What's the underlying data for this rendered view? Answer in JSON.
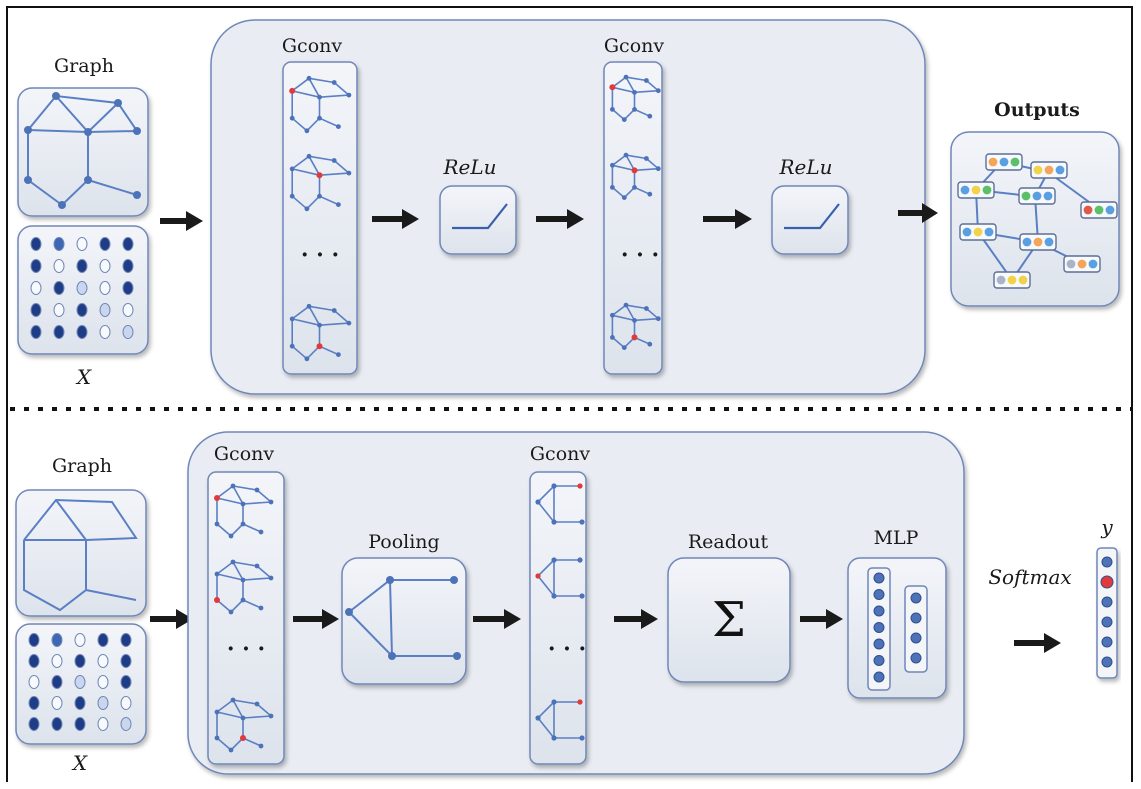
{
  "colors": {
    "panel_fill": "#e9edf3",
    "panel_stroke": "#6f87b8",
    "edge": "#5b7fc4",
    "node": "#4d72b8",
    "highlight": "#e03a3a",
    "arrow": "#1a1a1a"
  },
  "top": {
    "input_label": "Graph",
    "feature_label": "X",
    "gconv_1": "Gconv",
    "gconv_2": "Gconv",
    "relu_1": "ReLu",
    "relu_2": "ReLu",
    "ellipsis_1": "· · ·",
    "ellipsis_2": "· · ·",
    "outputs_label": "Outputs"
  },
  "bottom": {
    "input_label": "Graph",
    "feature_label": "X",
    "gconv_1": "Gconv",
    "gconv_2": "Gconv",
    "pooling_label": "Pooling",
    "readout_label": "Readout",
    "readout_symbol": "Σ",
    "mlp_label": "MLP",
    "softmax_label": "Softmax",
    "output_label": "y",
    "ellipsis_1": "· · ·",
    "ellipsis_2": "· · ·"
  }
}
